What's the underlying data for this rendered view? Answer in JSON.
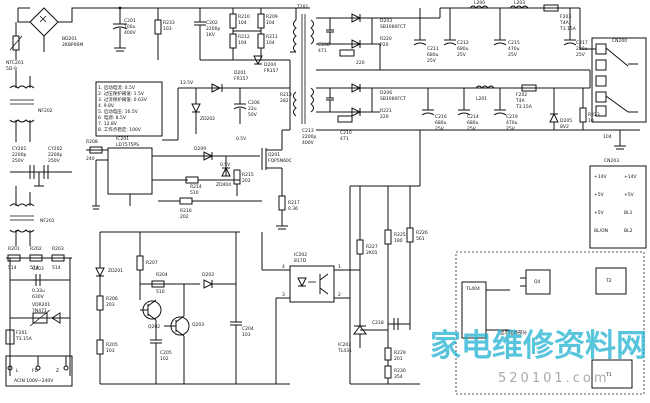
{
  "labels": {
    "bd201": "BD201",
    "bd201_part": "2KBP06M",
    "ntc201": "NTC201",
    "ntc201_val": "5D-9",
    "nf202": "NF202",
    "nf201": "NF201",
    "cy201": "CY201",
    "cy201_v1": "2200p",
    "cy201_v2": "250V",
    "cy202": "CY202",
    "cy202_v1": "2200p",
    "cy202_v2": "250V",
    "r201": "R201",
    "r201_v": "514",
    "r202": "R202",
    "r202_v": "514",
    "r203": "R203",
    "r203_v": "514",
    "c203": "C203",
    "c203_v1": "0.33u",
    "c203_v2": "630V",
    "vdr201": "VDR201",
    "vdr201_v": "7N471",
    "f201": "F201",
    "f201_v": "T3.15A",
    "acin": "ACIN 100V~240V",
    "pin_l": "L",
    "pin_fg": "FG",
    "pin_n": "Z",
    "c201": "C201",
    "c201_v1": "100u",
    "c201_v2": "400V",
    "r233": "R233",
    "r233_v": "103",
    "c202": "C202",
    "c202_v1": "2200p",
    "c202_v2": "1KV",
    "r210": "R210",
    "r210_v": "104",
    "r209": "R209",
    "r209_v": "104",
    "r212": "R212",
    "r212_v": "104",
    "r211": "R211",
    "r211_v": "104",
    "d204": "D204",
    "d204_v": "FR157",
    "d201": "D201",
    "d201_v": "FR157",
    "t201": "T201",
    "d203": "D203",
    "d203_v": "SB1060FCT",
    "r220": "R220",
    "r220_v": "P20",
    "r220b": "220",
    "c208": "C208",
    "c208_v": "471",
    "c211": "C211",
    "c211_v1": "680u",
    "c211_v2": "25V",
    "c212": "C212",
    "c212_v1": "680u",
    "c212_v2": "25V",
    "c215": "C215",
    "c215_v1": "470u",
    "c215_v2": "25V",
    "l200": "L200",
    "l203": "L203",
    "f203": "F203",
    "f203_v1": "T4A",
    "f203_v2": "T3.15A",
    "c217": "C217",
    "c217_v1": "220u",
    "c217_v2": "25V",
    "cn200": "CN200",
    "r213": "R213",
    "r213_v": "282",
    "rail_135": "13.5V",
    "c206": "C206",
    "c206_v1": "22u",
    "c206_v2": "50V",
    "zd202": "ZD202",
    "d206": "D206",
    "d206_v": "SB1060FCT",
    "r221": "R221",
    "r221_v": "220",
    "c210": "C210",
    "c210_v": "471",
    "c213": "C213",
    "c213_v1": "2200p",
    "c213_v2": "400V",
    "c216": "C216",
    "c216_v1": "680u",
    "c216_v2": "25V",
    "c214": "C214",
    "c214_v1": "680u",
    "c214_v2": "25V",
    "c219": "C219",
    "c219_v1": "470u",
    "c219_v2": "25V",
    "l201": "L201",
    "f202": "F202",
    "f202_v1": "T4A",
    "f202_v2": "T3.15A",
    "d205": "D205",
    "d205_v": "8V2",
    "r223": "R223",
    "r223_v": "10",
    "r224": "104",
    "cn203": "CN203",
    "cn_left": [
      "+14V",
      "+5V",
      "+5V",
      "BL/ON"
    ],
    "cn_right": [
      "+14V",
      "+5V",
      "BL1",
      "BL2"
    ],
    "notes": [
      "1. 启动电流: 0.5V",
      "2. 过压保护阈值: 1.5V",
      "3. 过流保护阈值: 0.63V",
      "4. 9.8V",
      "5. 启动电压: 16.5V",
      "6. 电源: 8.5V",
      "7. 12.8V",
      "8. 工作点稳定: 100V"
    ],
    "ic201": "IC201",
    "ic201_part": "LD7575PS",
    "r208": "R208",
    "r208_v": "240",
    "d209": "D209",
    "rail_05": "0.5V",
    "rail_05b": "0.5V",
    "q201": "Q201",
    "q201_part": "FQP5N60C",
    "r214": "R214",
    "r214_v": "510",
    "zd404": "ZD404",
    "r215": "R215",
    "r215_v": "202",
    "r216": "R216",
    "r216_v": "202",
    "r217": "R217",
    "r217_v": "0.36",
    "zd201": "ZD201",
    "r207": "R207",
    "r204": "R204",
    "r204_v": "510",
    "d202": "D202",
    "r206": "R206",
    "r206_v": "203",
    "r205": "R205",
    "r205_v": "103",
    "q202": "Q202",
    "q203": "Q203",
    "c205": "C205",
    "c205_v": "102",
    "c204": "C204",
    "c204_v": "103",
    "ic202": "IC202",
    "ic202_part": "817D",
    "r227": "R227",
    "r227_v": "2K01",
    "r225": "R225",
    "r225_v": "180",
    "r226": "R226",
    "r226_v": "561",
    "c218": "C218",
    "ic203": "IC203",
    "ic203_part": "TL431",
    "r229": "R229",
    "r229_v": "201",
    "r230": "R230",
    "r230_v": "354",
    "opto_1": "1",
    "opto_2": "2",
    "opto_3": "3",
    "opto_4": "4",
    "inset_tl": "TL404",
    "inset_q": "Q4",
    "inset_t2": "T2",
    "inset_t1": "T1",
    "inset_caption": "显示电路部分"
  },
  "watermark": {
    "text": "家电维修资料网",
    "url": "520101.com"
  }
}
